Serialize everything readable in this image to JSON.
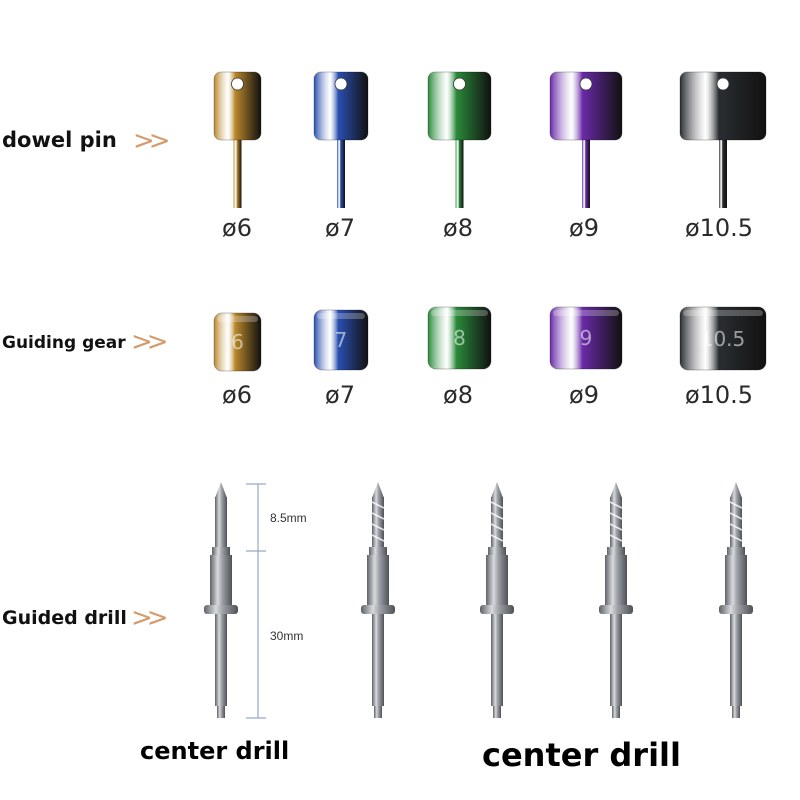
{
  "rows": {
    "dowel_pin": {
      "label": "dowel pin",
      "chevron": ">>"
    },
    "guiding_gear": {
      "label": "Guiding gear",
      "chevron": ">>"
    },
    "guided_drill": {
      "label": "Guided drill",
      "chevron": ">>"
    }
  },
  "dowel_pins": [
    {
      "diameter": "ø6",
      "color": "#b8872a"
    },
    {
      "diameter": "ø7",
      "color": "#2a4fb0"
    },
    {
      "diameter": "ø8",
      "color": "#2a8a3a"
    },
    {
      "diameter": "ø9",
      "color": "#6a2aa8"
    },
    {
      "diameter": "ø10.5",
      "color": "#2a2e33"
    }
  ],
  "guiding_gears": [
    {
      "number": "6",
      "diameter": "ø6",
      "color": "#b8872a"
    },
    {
      "number": "7",
      "diameter": "ø7",
      "color": "#2a4fb0"
    },
    {
      "number": "8",
      "diameter": "ø8",
      "color": "#2a8a3a"
    },
    {
      "number": "9",
      "diameter": "ø9",
      "color": "#6a2aa8"
    },
    {
      "number": "10.5",
      "diameter": "ø10.5",
      "color": "#2a2e33"
    }
  ],
  "dimensions": {
    "upper": "8.5mm",
    "lower": "30mm"
  },
  "captions": {
    "left": "center drill",
    "right": "center drill"
  }
}
